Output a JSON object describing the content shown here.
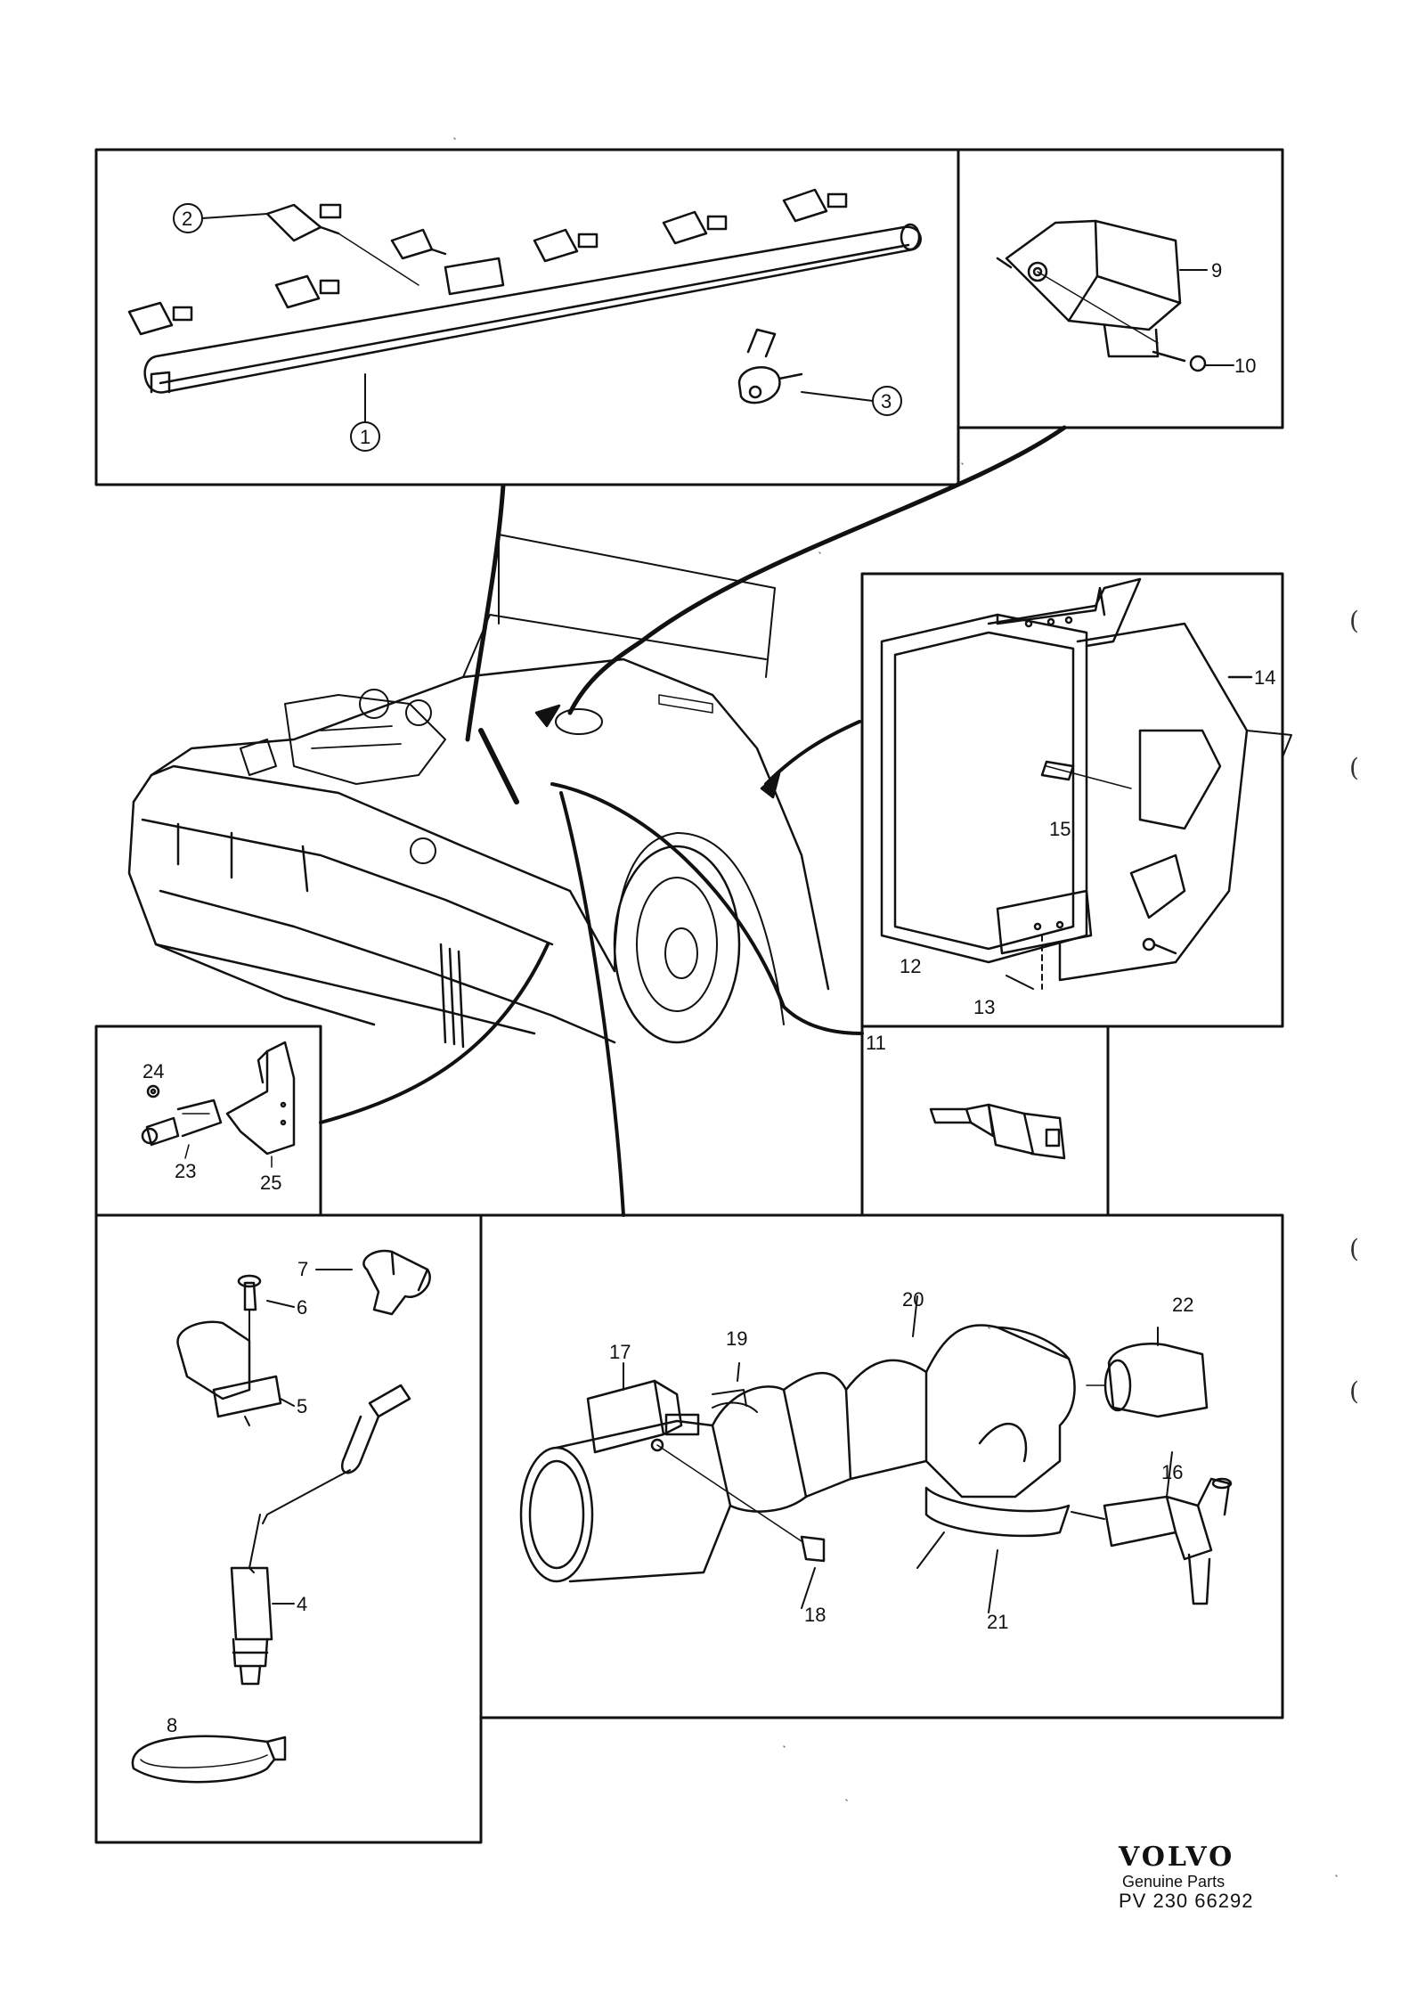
{
  "callouts": {
    "c1": "1",
    "c2": "2",
    "c3": "3",
    "c4": "4",
    "c5": "5",
    "c6": "6",
    "c7": "7",
    "c8": "8",
    "c9": "9",
    "c10": "10",
    "c11": "11",
    "c12": "12",
    "c13": "13",
    "c14": "14",
    "c15": "15",
    "c16": "16",
    "c17": "17",
    "c18": "18",
    "c19": "19",
    "c20": "20",
    "c21": "21",
    "c22": "22",
    "c23": "23",
    "c24": "24",
    "c25": "25"
  },
  "brand": {
    "logo": "VOLVO",
    "subtitle": "Genuine Parts",
    "code": "PV 230 66292"
  },
  "colors": {
    "ink": "#111111",
    "paper": "#ffffff"
  }
}
